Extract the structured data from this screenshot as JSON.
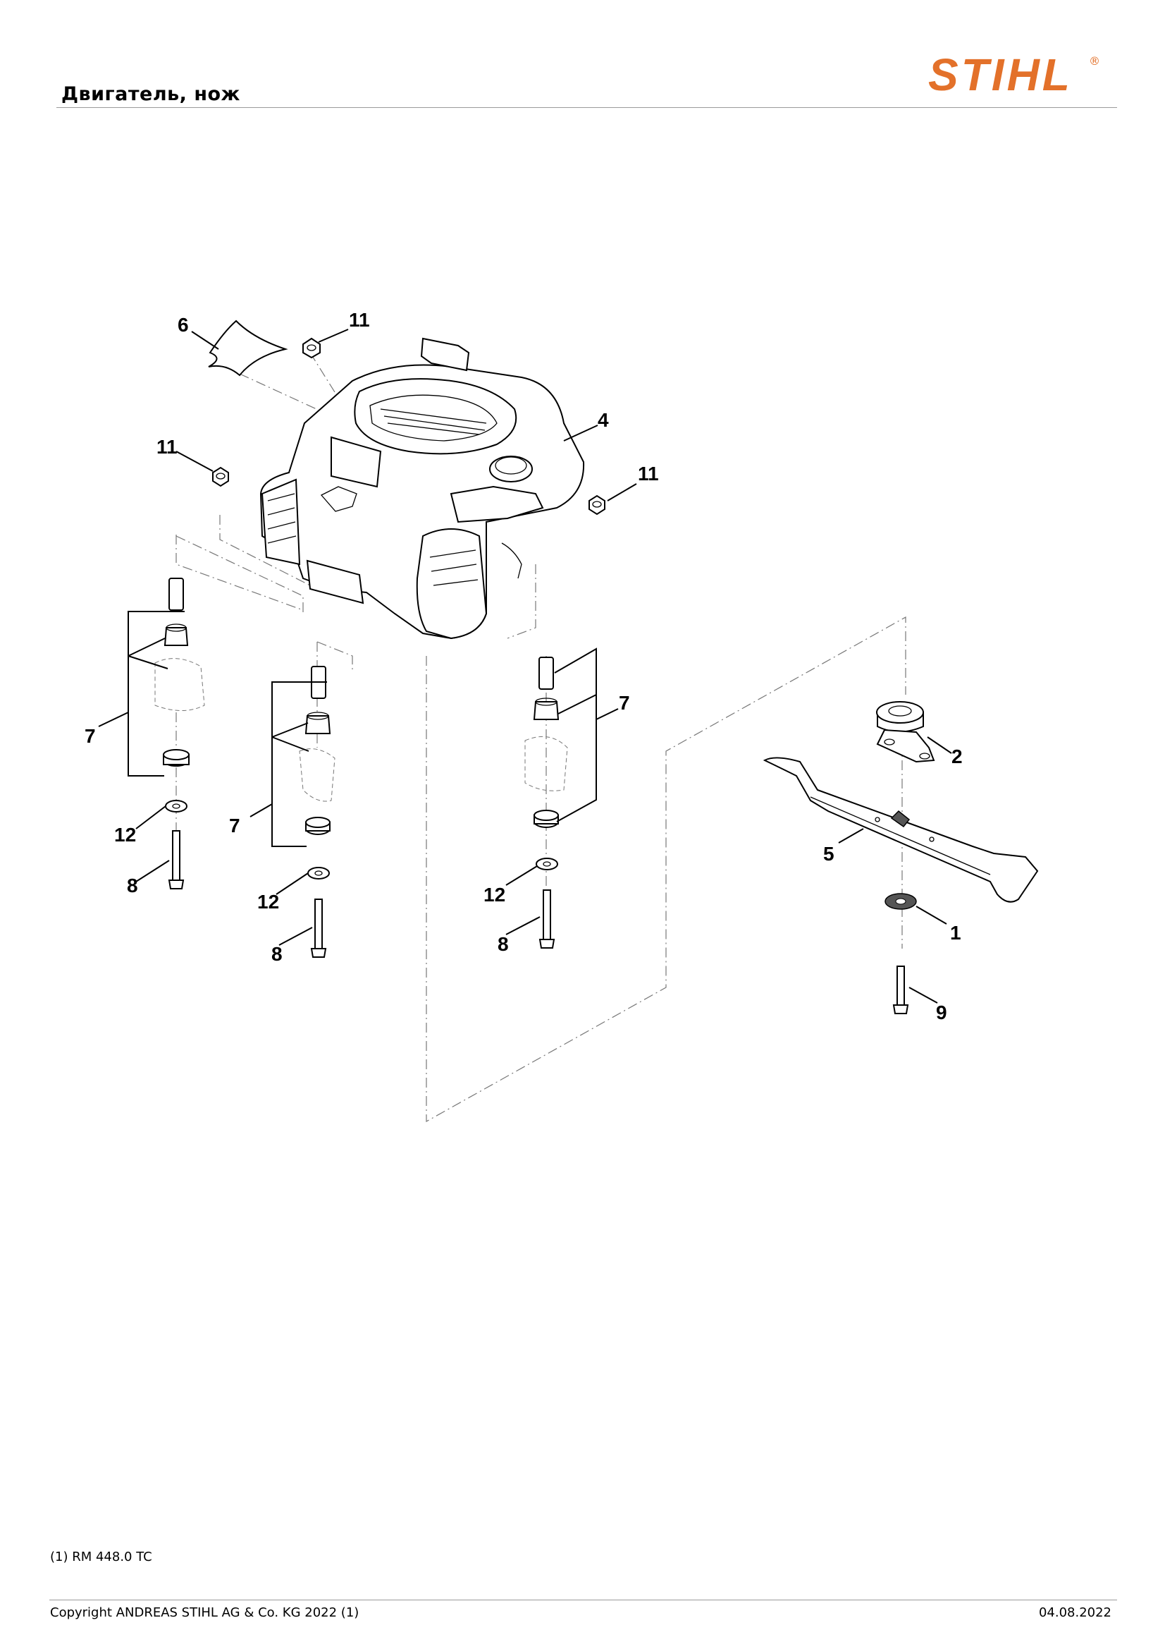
{
  "header": {
    "title": "Двигатель, нож",
    "brand": "STIHL",
    "brand_color": "#e3712a"
  },
  "diagram": {
    "callouts": [
      "6",
      "11",
      "11",
      "4",
      "11",
      "7",
      "12",
      "8",
      "7",
      "12",
      "8",
      "7",
      "12",
      "8",
      "2",
      "5",
      "1",
      "9"
    ]
  },
  "footer": {
    "footnote": "(1) RM 448.0 TC",
    "copyright": "Copyright ANDREAS STIHL AG & Co. KG 2022 (1)",
    "date": "04.08.2022"
  }
}
